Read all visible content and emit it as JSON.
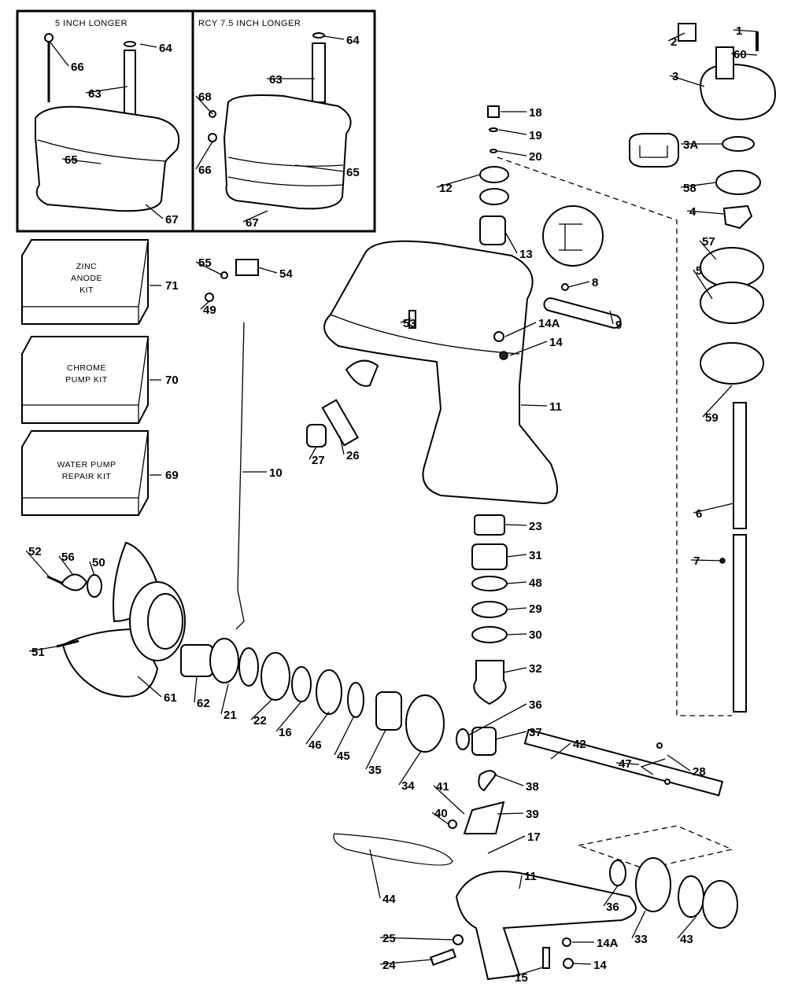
{
  "insets": {
    "left_title": "5 INCH LONGER",
    "right_title": "RCY 7.5 INCH LONGER"
  },
  "kits": [
    {
      "lines": [
        "ZINC",
        "ANODE",
        "KIT"
      ],
      "ref": "71"
    },
    {
      "lines": [
        "CHROME",
        "PUMP KIT"
      ],
      "ref": "70"
    },
    {
      "lines": [
        "WATER PUMP",
        "REPAIR KIT"
      ],
      "ref": "69"
    }
  ],
  "labels": [
    "64",
    "66",
    "63",
    "65",
    "67",
    "64",
    "63",
    "68",
    "66",
    "65",
    "67",
    "1",
    "2",
    "60",
    "3",
    "3A",
    "58",
    "4",
    "57",
    "5",
    "59",
    "6",
    "7",
    "18",
    "19",
    "20",
    "12",
    "13",
    "55",
    "54",
    "49",
    "53",
    "8",
    "9",
    "14A",
    "14",
    "11",
    "26",
    "27",
    "10",
    "23",
    "31",
    "48",
    "29",
    "30",
    "32",
    "36",
    "37",
    "42",
    "47",
    "28",
    "38",
    "39",
    "41",
    "40",
    "17",
    "52",
    "56",
    "50",
    "51",
    "61",
    "62",
    "21",
    "22",
    "16",
    "46",
    "45",
    "35",
    "34",
    "11",
    "44",
    "36",
    "33",
    "43",
    "25",
    "24",
    "14A",
    "14",
    "15"
  ],
  "colors": {
    "ink": "#000000",
    "paper": "#ffffff"
  }
}
